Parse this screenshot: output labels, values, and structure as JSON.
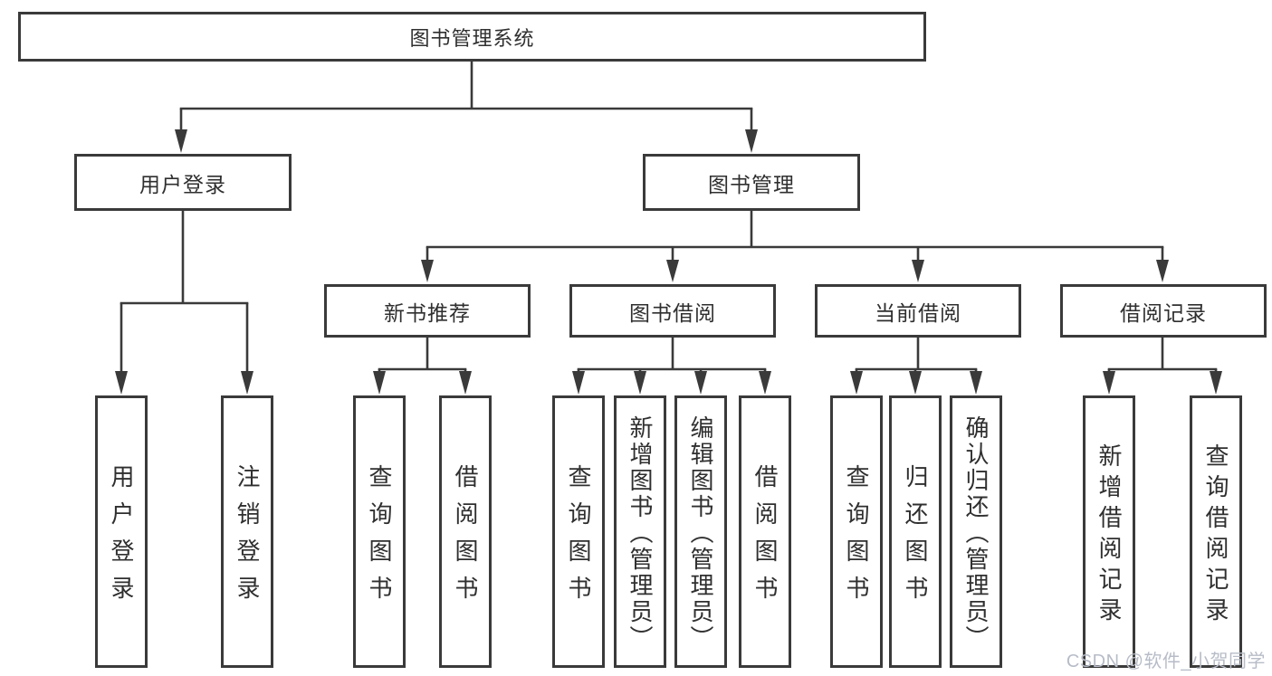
{
  "tree": {
    "label": "图书管理系统",
    "children": [
      {
        "label": "用户登录",
        "children": [
          {
            "label": "用户登录"
          },
          {
            "label": "注销登录"
          }
        ]
      },
      {
        "label": "图书管理",
        "children": [
          {
            "label": "新书推荐",
            "children": [
              {
                "label": "查询图书"
              },
              {
                "label": "借阅图书"
              }
            ]
          },
          {
            "label": "图书借阅",
            "children": [
              {
                "label": "查询图书"
              },
              {
                "label": "新增图书（管理员）"
              },
              {
                "label": "编辑图书（管理员）"
              },
              {
                "label": "借阅图书"
              }
            ]
          },
          {
            "label": "当前借阅",
            "children": [
              {
                "label": "查询图书"
              },
              {
                "label": "归还图书"
              },
              {
                "label": "确认归还（管理员）"
              }
            ]
          },
          {
            "label": "借阅记录",
            "children": [
              {
                "label": "新增借阅记录"
              },
              {
                "label": "查询借阅记录"
              }
            ]
          }
        ]
      }
    ]
  },
  "watermark": "CSDN @软件_小贺同学",
  "colors": {
    "line": "#3a3a3a",
    "text": "#2f2f2f",
    "background": "#ffffff",
    "watermark": "#b7bcc7"
  }
}
